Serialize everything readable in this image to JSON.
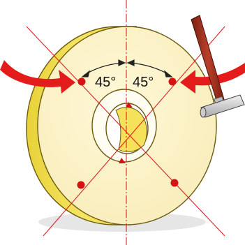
{
  "labels": {
    "angle_left": "45°",
    "angle_right": "45°"
  },
  "colors": {
    "wheel_face": "#FBF1C2",
    "wheel_edge": "#F2DE57",
    "hub_fill": "#F5E35E",
    "guide_line": "#E02020",
    "arrow": "#E31B1B",
    "tap_point": "#D41414",
    "hammer_handle": "#9C2A17",
    "hammer_head": "#D9D9D9"
  },
  "icons": {
    "left_arrow": "curved-arrow-right",
    "right_arrow": "curved-arrow-left",
    "tool": "hammer"
  }
}
